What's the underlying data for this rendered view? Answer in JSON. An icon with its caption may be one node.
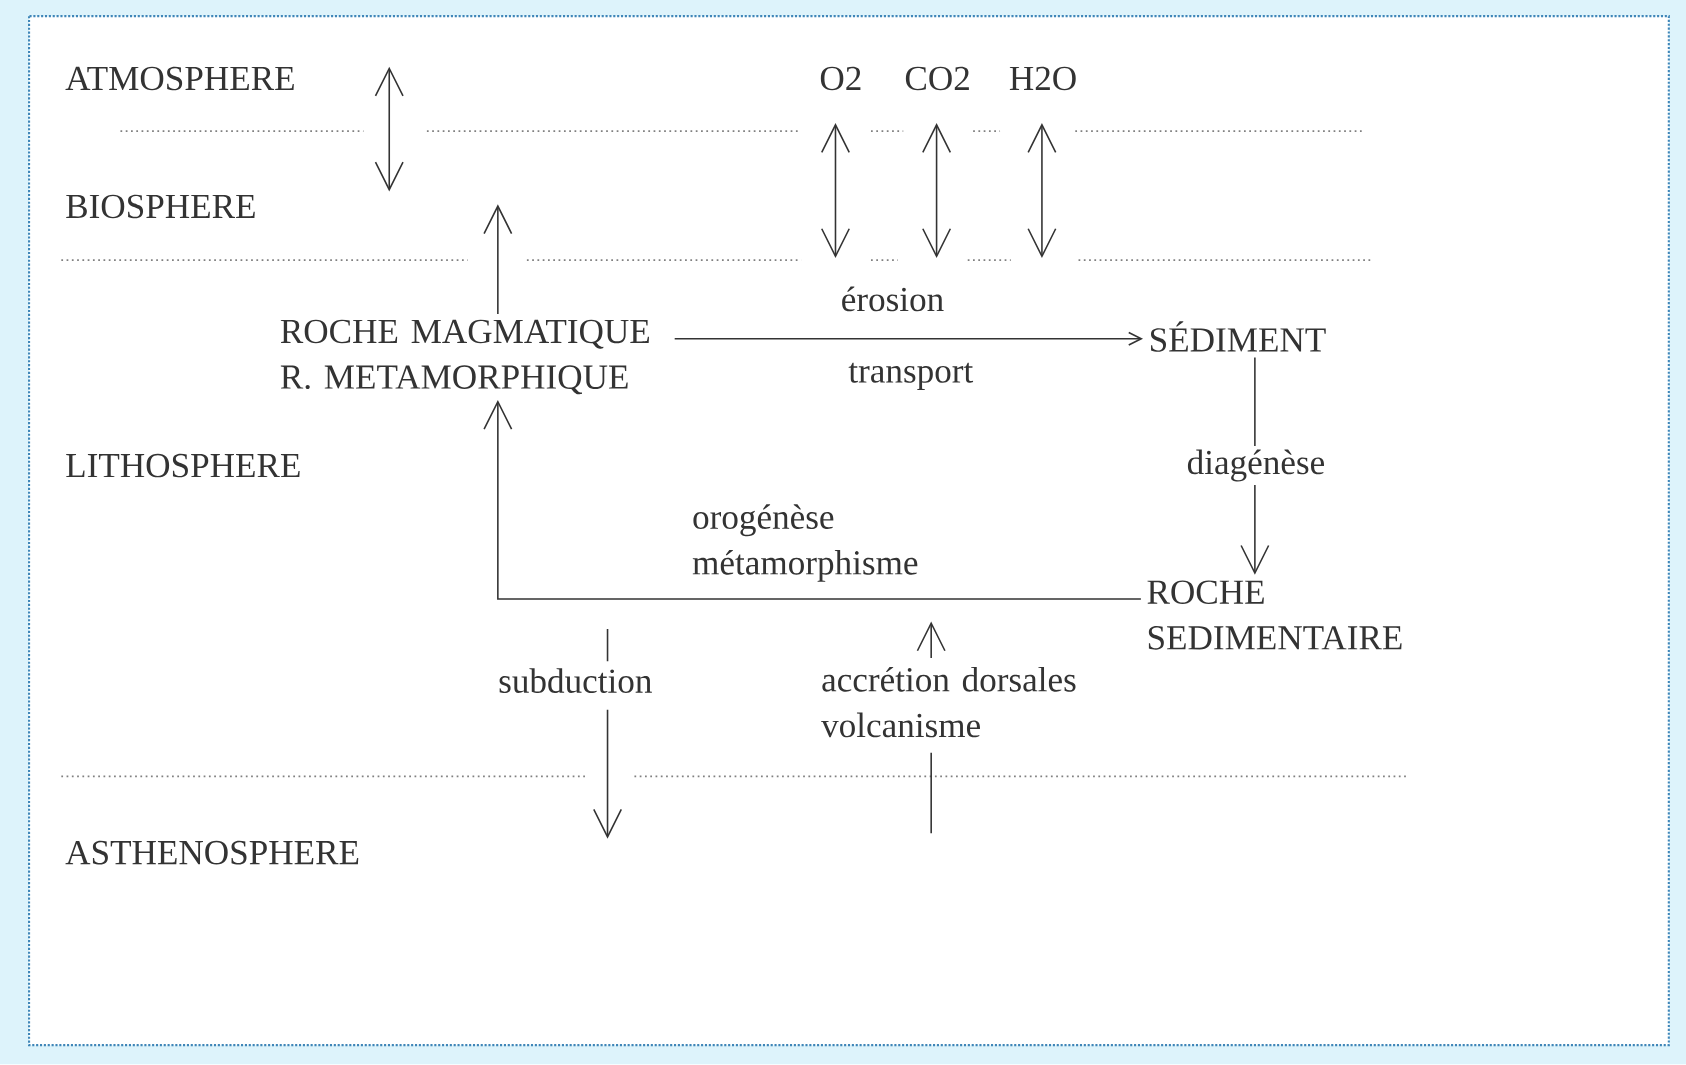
{
  "diagram": {
    "nodes": [
      {
        "text": [
          "ROCHE MAGMATIQUE R. METAMORPHIQUE"
        ]
      },
      {
        "text": [
          "SÉDIMENT"
        ]
      },
      {
        "text": [
          "ROCHE SEDIMENTAIRE"
        ]
      },
      {
        "text": [
          "O2"
        ]
      },
      {
        "text": [
          "CO2"
        ]
      },
      {
        "text": [
          "H2O"
        ]
      }
    ],
    "edges": [
      {
        "from": 0,
        "to": 1,
        "arrow": "to",
        "label": "érosion"
      },
      {
        "from": 1,
        "to": 2,
        "arrow": "to",
        "label": "diagénèse"
      },
      {
        "from": 2,
        "to": 0,
        "arrow": "to",
        "label": "orogénèse métamorphisme"
      },
      {
        "from": 0,
        "to": null,
        "arrow": "to"
      },
      {
        "from": null,
        "to": 3,
        "arrow": "both"
      },
      {
        "from": null,
        "to": 4,
        "arrow": "both"
      },
      {
        "from": null,
        "to": 5,
        "arrow": "both"
      }
    ],
    "labels": [
      "ATMOSPHERE",
      "BIOSPHERE",
      "transport",
      "LITHOSPHERE",
      "subduction",
      "accrétion dorsales volcanisme",
      "ASTHENOSPHERE"
    ]
  }
}
